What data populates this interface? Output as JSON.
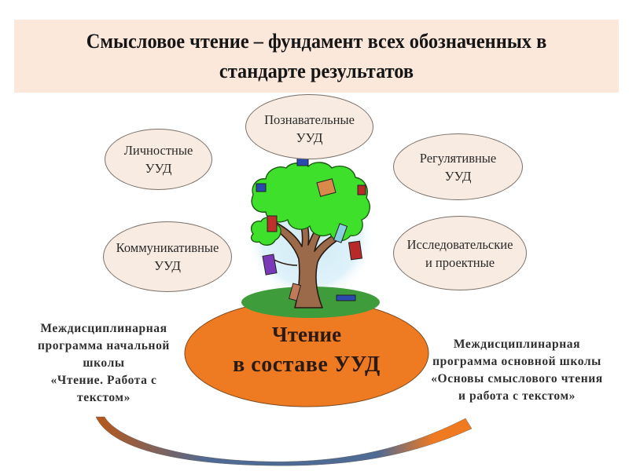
{
  "title": {
    "line1": "Смысловое чтение – фундамент всех обозначенных в",
    "line2": "стандарте результатов",
    "background": "#fbe8db"
  },
  "bubbles": [
    {
      "id": "personal",
      "line1": "Личностные",
      "line2": "УУД"
    },
    {
      "id": "cognitive",
      "line1": "Познавательные",
      "line2": "УУД"
    },
    {
      "id": "regulatory",
      "line1": "Регулятивные",
      "line2": "УУД"
    },
    {
      "id": "communicative",
      "line1": "Коммуникативные",
      "line2": "УУД"
    },
    {
      "id": "research",
      "line1": "Исследовательские",
      "line2": "и проектные"
    }
  ],
  "center": {
    "line1": "Чтение",
    "line2": "в составе УУД",
    "fill": "#ee7a22",
    "grass": "#3f9c3a"
  },
  "left_program": {
    "lines": [
      "Междисциплинарная",
      "программа начальной",
      "школы",
      "«Чтение. Работа с",
      "текстом»"
    ]
  },
  "right_program": {
    "lines": [
      "Междисциплинарная",
      "программа основной школы",
      "«Основы смыслового чтения",
      "и работа с текстом»"
    ]
  },
  "colors": {
    "bubble_fill": "#f8ebe1",
    "tree_leaves": "#3fe02c",
    "trunk": "#9a6a4a",
    "sky": "#d6eef7",
    "arrow_start": "#b8581a",
    "arrow_mid": "#4a6a9a",
    "arrow_end": "#f07a20"
  }
}
